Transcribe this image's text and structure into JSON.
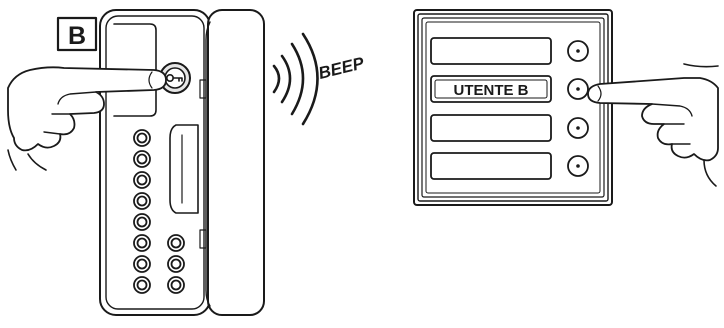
{
  "step_label": "B",
  "sound_text": "BEEP",
  "panel": {
    "buttons": [
      {
        "label": ""
      },
      {
        "label": "UTENTE B"
      },
      {
        "label": ""
      },
      {
        "label": ""
      }
    ]
  },
  "icons": {
    "key": "key-icon",
    "sound_waves": "sound-waves-icon",
    "hand_left": "pointing-hand-left-icon",
    "hand_right": "pointing-hand-right-icon"
  }
}
